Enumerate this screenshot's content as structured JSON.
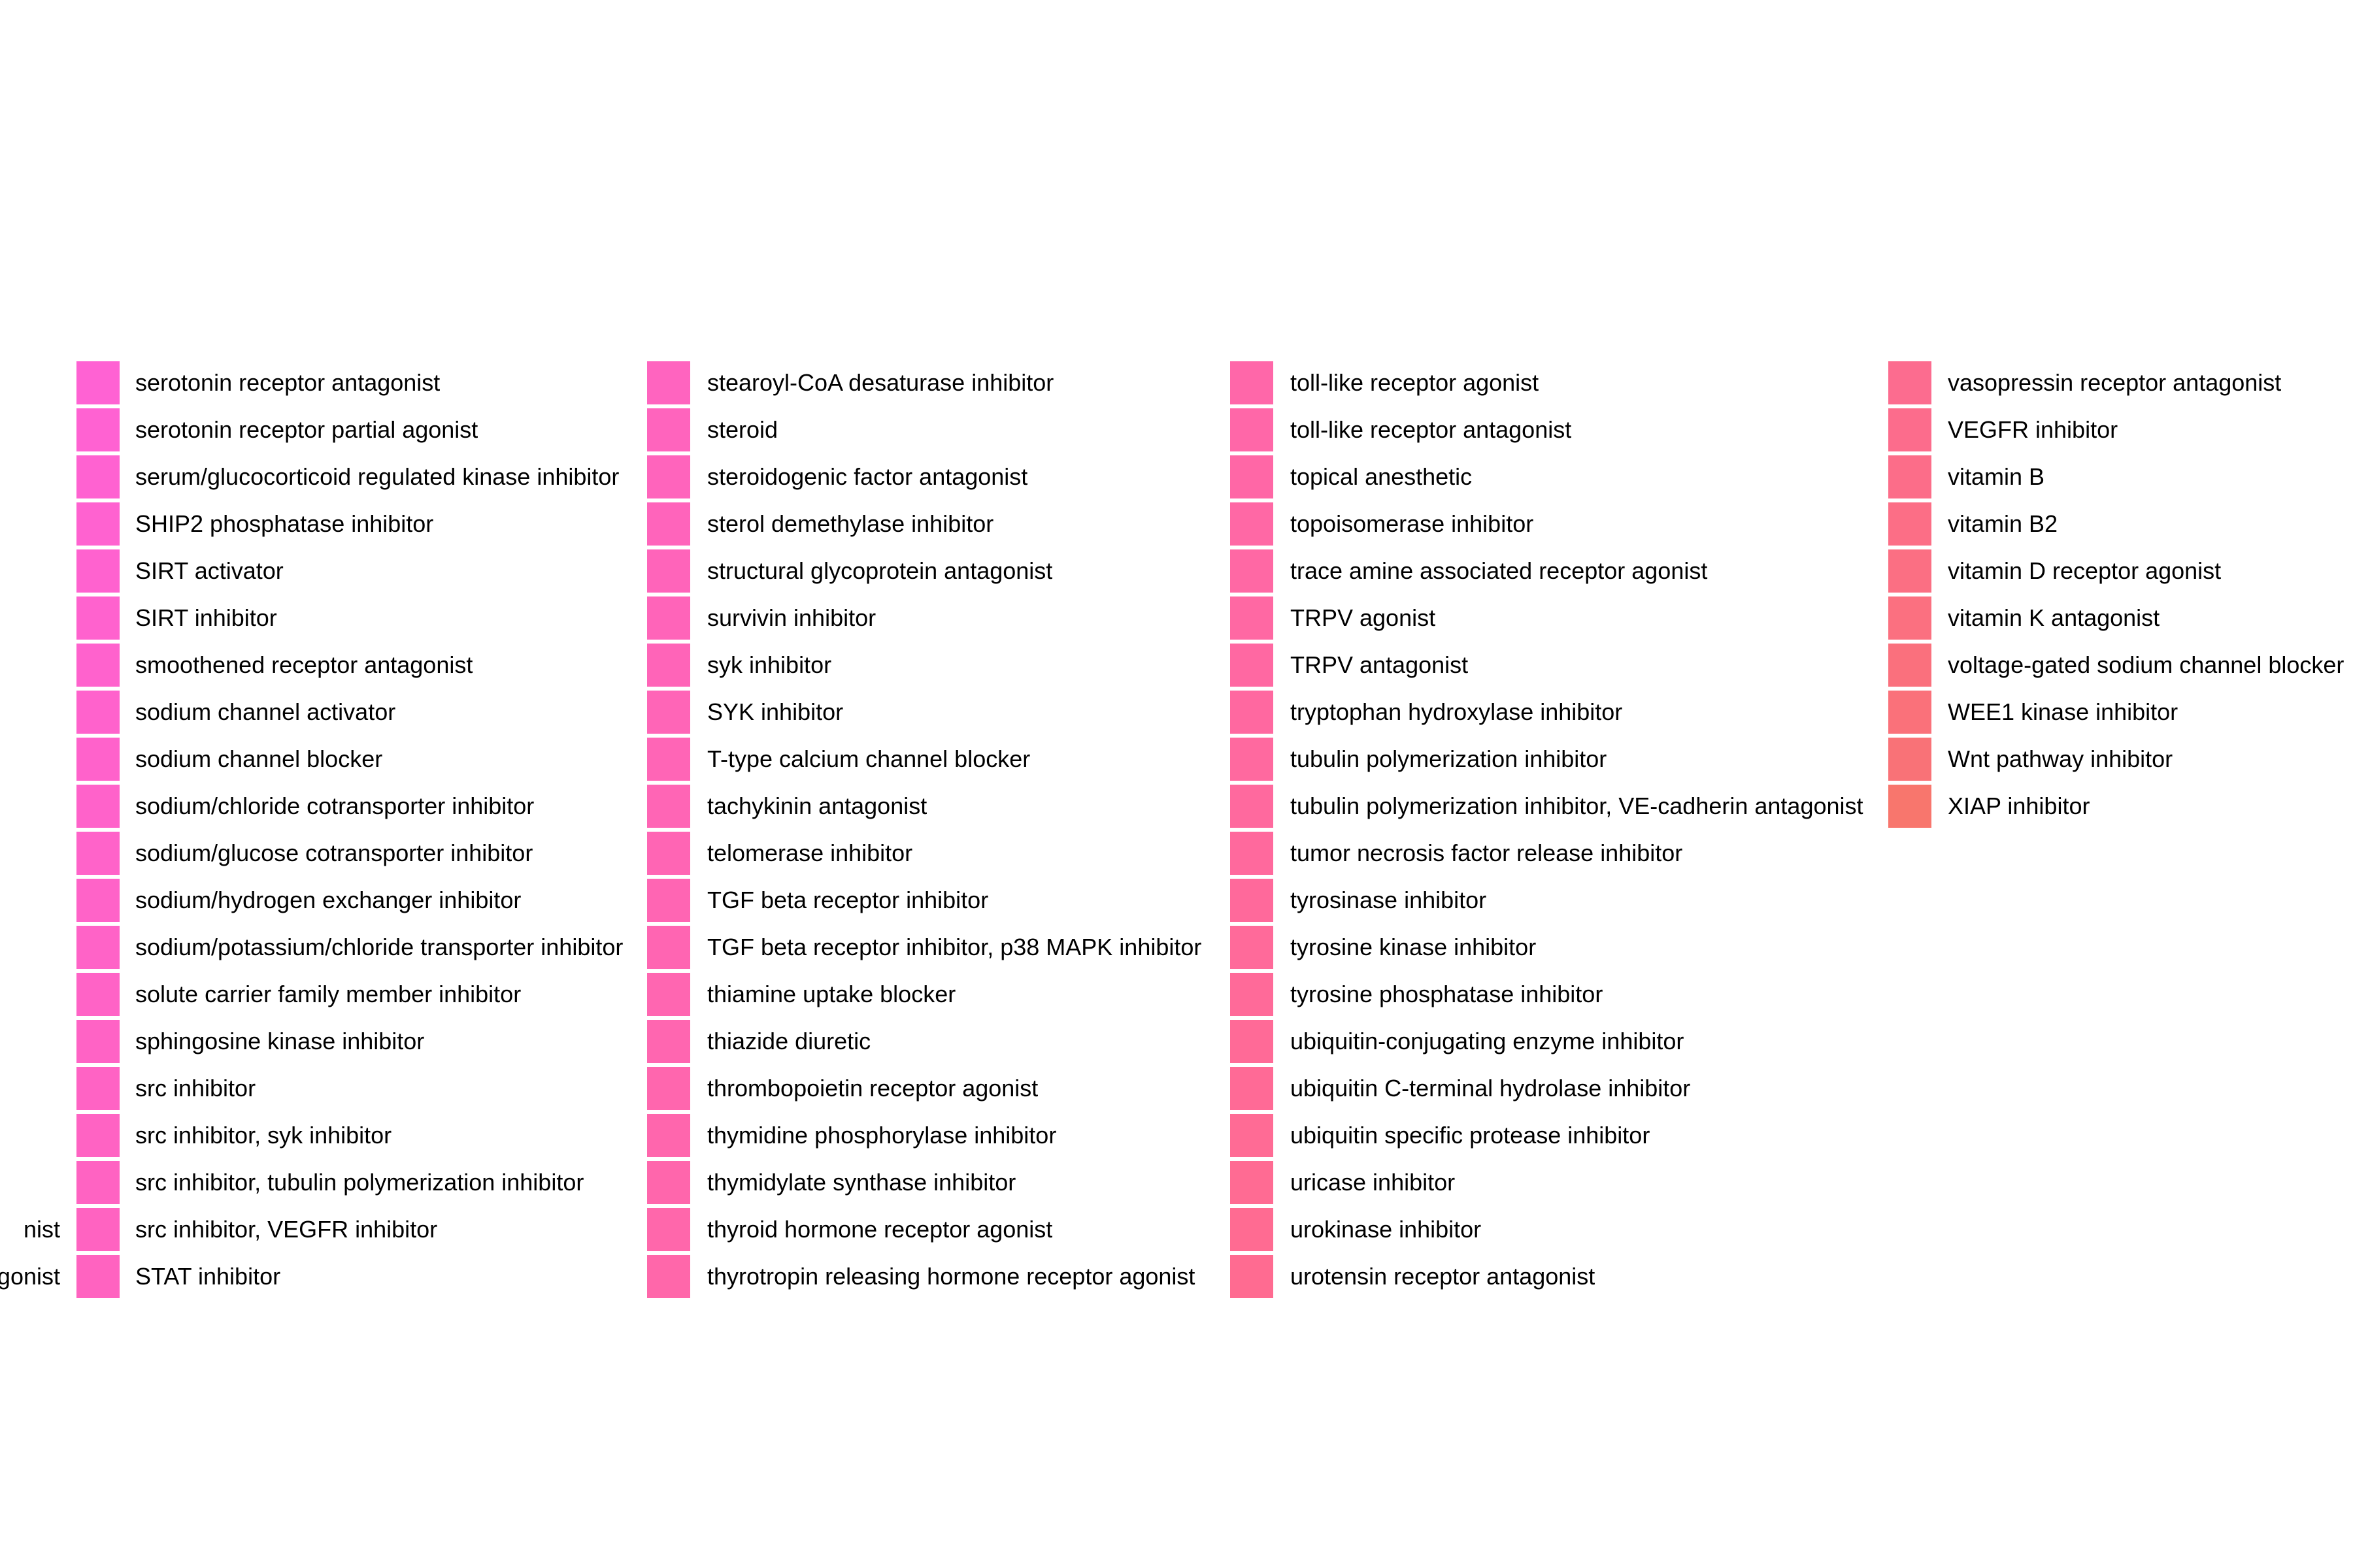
{
  "chart_data": {
    "type": "legend",
    "columns": [
      {
        "partial_labels": [
          "nist",
          "gonist"
        ],
        "entries": []
      },
      {
        "entries": [
          {
            "label": "serotonin receptor antagonist",
            "color": "#FF62D3"
          },
          {
            "label": "serotonin receptor partial agonist",
            "color": "#FF62D2"
          },
          {
            "label": "serum/glucocorticoid regulated kinase inhibitor",
            "color": "#FF62D1"
          },
          {
            "label": "SHIP2 phosphatase inhibitor",
            "color": "#FF62D0"
          },
          {
            "label": "SIRT activator",
            "color": "#FF62CF"
          },
          {
            "label": "SIRT inhibitor",
            "color": "#FF62CE"
          },
          {
            "label": "smoothened receptor antagonist",
            "color": "#FF62CD"
          },
          {
            "label": "sodium channel activator",
            "color": "#FF62CC"
          },
          {
            "label": "sodium channel blocker",
            "color": "#FF62CB"
          },
          {
            "label": "sodium/chloride cotransporter inhibitor",
            "color": "#FF62CA"
          },
          {
            "label": "sodium/glucose cotransporter inhibitor",
            "color": "#FF63C9"
          },
          {
            "label": "sodium/hydrogen exchanger inhibitor",
            "color": "#FF63C8"
          },
          {
            "label": "sodium/potassium/chloride transporter inhibitor",
            "color": "#FF63C7"
          },
          {
            "label": "solute carrier family member inhibitor",
            "color": "#FF63C6"
          },
          {
            "label": "sphingosine kinase inhibitor",
            "color": "#FF63C5"
          },
          {
            "label": "src inhibitor",
            "color": "#FF63C4"
          },
          {
            "label": "src inhibitor, syk inhibitor",
            "color": "#FF63C3"
          },
          {
            "label": "src inhibitor, tubulin polymerization inhibitor",
            "color": "#FF63C2"
          },
          {
            "label": "src inhibitor, VEGFR inhibitor",
            "color": "#FF63C1"
          },
          {
            "label": "STAT inhibitor",
            "color": "#FF63C0"
          }
        ]
      },
      {
        "entries": [
          {
            "label": "stearoyl-CoA desaturase inhibitor",
            "color": "#FF64BF"
          },
          {
            "label": "steroid",
            "color": "#FF64BD"
          },
          {
            "label": "steroidogenic factor antagonist",
            "color": "#FF64BC"
          },
          {
            "label": "sterol demethylase inhibitor",
            "color": "#FF64BB"
          },
          {
            "label": "structural glycoprotein antagonist",
            "color": "#FF64BA"
          },
          {
            "label": "survivin inhibitor",
            "color": "#FF64B9"
          },
          {
            "label": "syk inhibitor",
            "color": "#FF64B8"
          },
          {
            "label": "SYK inhibitor",
            "color": "#FF65B7"
          },
          {
            "label": "T-type calcium channel blocker",
            "color": "#FF65B6"
          },
          {
            "label": "tachykinin antagonist",
            "color": "#FF65B5"
          },
          {
            "label": "telomerase inhibitor",
            "color": "#FF65B4"
          },
          {
            "label": "TGF beta receptor inhibitor",
            "color": "#FF65B3"
          },
          {
            "label": "TGF beta receptor inhibitor, p38 MAPK inhibitor",
            "color": "#FF65B2"
          },
          {
            "label": "thiamine uptake blocker",
            "color": "#FF66B1"
          },
          {
            "label": "thiazide diuretic",
            "color": "#FF66B0"
          },
          {
            "label": "thrombopoietin receptor agonist",
            "color": "#FF66AE"
          },
          {
            "label": "thymidine phosphorylase inhibitor",
            "color": "#FF66AD"
          },
          {
            "label": "thymidylate synthase inhibitor",
            "color": "#FF66AC"
          },
          {
            "label": "thyroid hormone receptor agonist",
            "color": "#FF67AB"
          },
          {
            "label": "thyrotropin releasing hormone receptor agonist",
            "color": "#FF67AA"
          }
        ]
      },
      {
        "entries": [
          {
            "label": "toll-like receptor agonist",
            "color": "#FF67A9"
          },
          {
            "label": "toll-like receptor antagonist",
            "color": "#FF67A8"
          },
          {
            "label": "topical anesthetic",
            "color": "#FF67A6"
          },
          {
            "label": "topoisomerase inhibitor",
            "color": "#FF68A5"
          },
          {
            "label": "trace amine associated receptor agonist",
            "color": "#FF68A4"
          },
          {
            "label": "TRPV agonist",
            "color": "#FF68A3"
          },
          {
            "label": "TRPV antagonist",
            "color": "#FF68A2"
          },
          {
            "label": "tryptophan hydroxylase inhibitor",
            "color": "#FF68A0"
          },
          {
            "label": "tubulin polymerization inhibitor",
            "color": "#FF699F"
          },
          {
            "label": "tubulin polymerization inhibitor, VE-cadherin antagonist",
            "color": "#FF699E"
          },
          {
            "label": "tumor necrosis factor release inhibitor",
            "color": "#FF699D"
          },
          {
            "label": "tyrosinase inhibitor",
            "color": "#FF699B"
          },
          {
            "label": "tyrosine kinase inhibitor",
            "color": "#FF6A9A"
          },
          {
            "label": "tyrosine phosphatase inhibitor",
            "color": "#FF6A99"
          },
          {
            "label": "ubiquitin-conjugating enzyme inhibitor",
            "color": "#FF6A97"
          },
          {
            "label": "ubiquitin C-terminal hydrolase inhibitor",
            "color": "#FF6A96"
          },
          {
            "label": "ubiquitin specific protease inhibitor",
            "color": "#FF6B95"
          },
          {
            "label": "uricase inhibitor",
            "color": "#FF6B93"
          },
          {
            "label": "urokinase inhibitor",
            "color": "#FF6B92"
          },
          {
            "label": "urotensin receptor antagonist",
            "color": "#FF6B91"
          }
        ]
      },
      {
        "entries": [
          {
            "label": "vasopressin receptor antagonist",
            "color": "#FC6C8F"
          },
          {
            "label": "VEGFR inhibitor",
            "color": "#FC6C8C"
          },
          {
            "label": "vitamin B",
            "color": "#FC6D89"
          },
          {
            "label": "vitamin B2",
            "color": "#FC6E86"
          },
          {
            "label": "vitamin D receptor agonist",
            "color": "#FB6F83"
          },
          {
            "label": "vitamin K antagonist",
            "color": "#FB7080"
          },
          {
            "label": "voltage-gated sodium channel blocker",
            "color": "#FA707D"
          },
          {
            "label": "WEE1 kinase inhibitor",
            "color": "#FA717A"
          },
          {
            "label": "Wnt pathway inhibitor",
            "color": "#F97277"
          },
          {
            "label": "XIAP inhibitor",
            "color": "#F8766D"
          }
        ]
      }
    ]
  }
}
